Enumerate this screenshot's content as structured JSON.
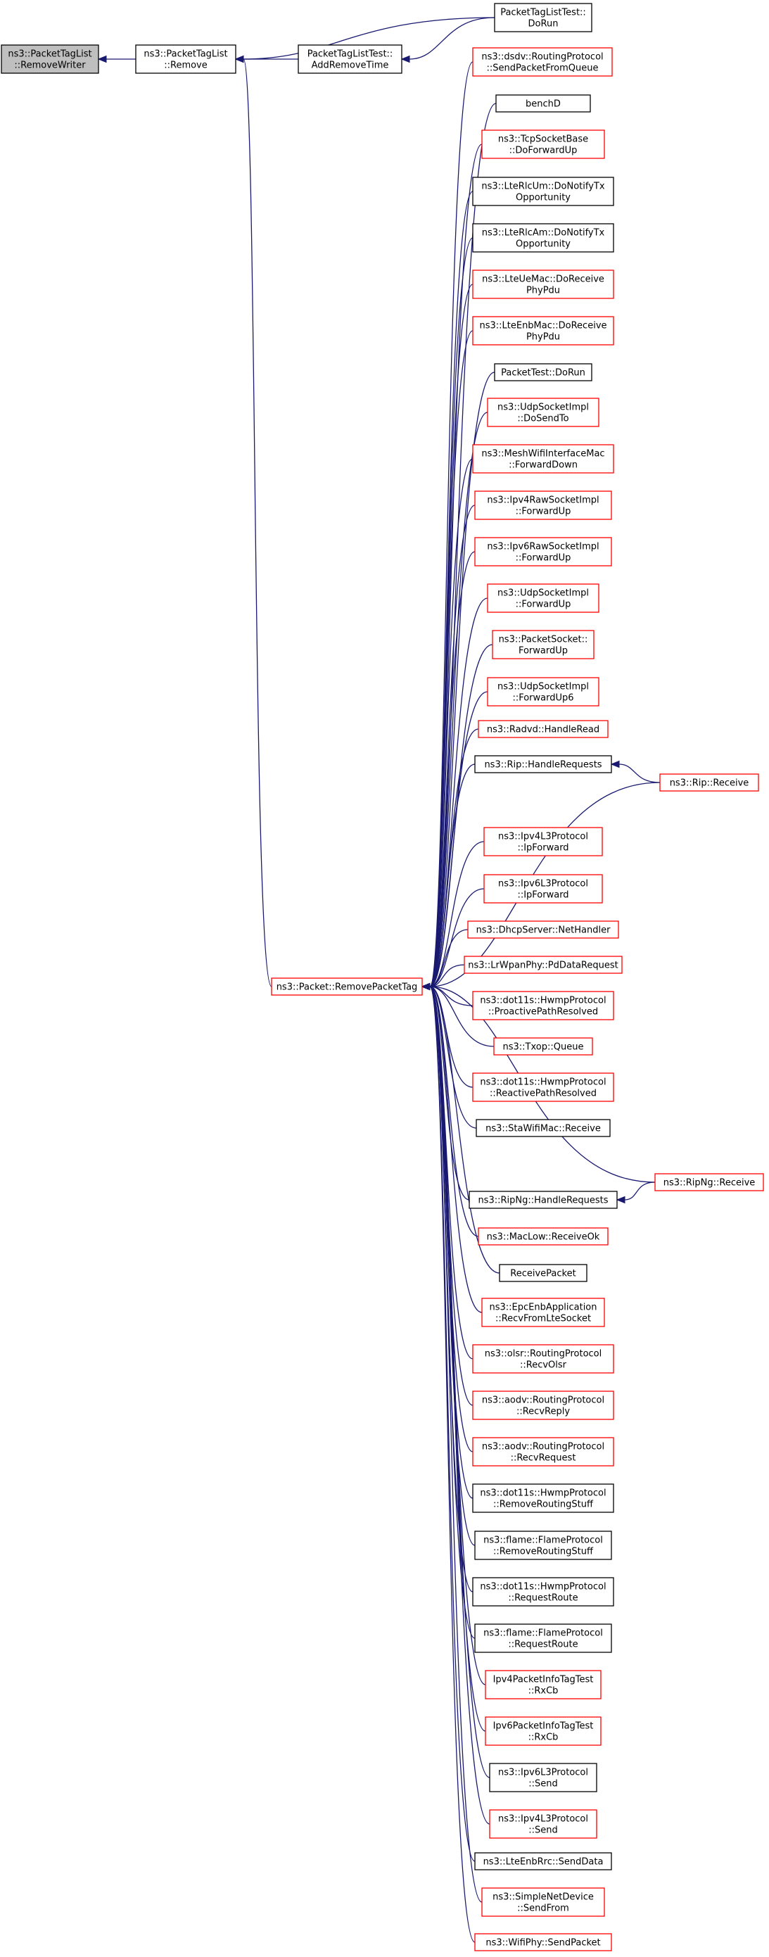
{
  "diagram": {
    "colors": {
      "edge": "#191970",
      "border_default": "#000000",
      "border_highlight": "#ff0000",
      "fill_default": "#ffffff",
      "fill_focus": "#bfbfbf"
    },
    "nodes": [
      {
        "id": "removewriter",
        "lines": [
          "ns3::PacketTagList",
          "::RemoveWriter"
        ],
        "style": "focus"
      },
      {
        "id": "remove",
        "lines": [
          "ns3::PacketTagList",
          "::Remove"
        ],
        "style": "black"
      },
      {
        "id": "addremovetime",
        "lines": [
          "PacketTagListTest::",
          "AddRemoveTime"
        ],
        "style": "black"
      },
      {
        "id": "ptl_dorun",
        "lines": [
          "PacketTagListTest::",
          "DoRun"
        ],
        "style": "black"
      },
      {
        "id": "removepackettag",
        "lines": [
          "ns3::Packet::RemovePacketTag"
        ],
        "style": "red"
      },
      {
        "id": "n1",
        "lines": [
          "ns3::dsdv::RoutingProtocol",
          "::SendPacketFromQueue"
        ],
        "style": "red"
      },
      {
        "id": "n2",
        "lines": [
          "benchD"
        ],
        "style": "black"
      },
      {
        "id": "n3",
        "lines": [
          "ns3::TcpSocketBase",
          "::DoForwardUp"
        ],
        "style": "red"
      },
      {
        "id": "n4",
        "lines": [
          "ns3::LteRlcUm::DoNotifyTx",
          "Opportunity"
        ],
        "style": "black"
      },
      {
        "id": "n5",
        "lines": [
          "ns3::LteRlcAm::DoNotifyTx",
          "Opportunity"
        ],
        "style": "black"
      },
      {
        "id": "n6",
        "lines": [
          "ns3::LteUeMac::DoReceive",
          "PhyPdu"
        ],
        "style": "red"
      },
      {
        "id": "n7",
        "lines": [
          "ns3::LteEnbMac::DoReceive",
          "PhyPdu"
        ],
        "style": "red"
      },
      {
        "id": "n8",
        "lines": [
          "PacketTest::DoRun"
        ],
        "style": "black"
      },
      {
        "id": "n9",
        "lines": [
          "ns3::UdpSocketImpl",
          "::DoSendTo"
        ],
        "style": "red"
      },
      {
        "id": "n10",
        "lines": [
          "ns3::MeshWifiInterfaceMac",
          "::ForwardDown"
        ],
        "style": "red"
      },
      {
        "id": "n11",
        "lines": [
          "ns3::Ipv4RawSocketImpl",
          "::ForwardUp"
        ],
        "style": "red"
      },
      {
        "id": "n12",
        "lines": [
          "ns3::Ipv6RawSocketImpl",
          "::ForwardUp"
        ],
        "style": "red"
      },
      {
        "id": "n13",
        "lines": [
          "ns3::UdpSocketImpl",
          "::ForwardUp"
        ],
        "style": "red"
      },
      {
        "id": "n14",
        "lines": [
          "ns3::PacketSocket::",
          "ForwardUp"
        ],
        "style": "red"
      },
      {
        "id": "n15",
        "lines": [
          "ns3::UdpSocketImpl",
          "::ForwardUp6"
        ],
        "style": "red"
      },
      {
        "id": "n16",
        "lines": [
          "ns3::Radvd::HandleRead"
        ],
        "style": "red"
      },
      {
        "id": "n17",
        "lines": [
          "ns3::Rip::HandleRequests"
        ],
        "style": "black"
      },
      {
        "id": "rip_receive",
        "lines": [
          "ns3::Rip::Receive"
        ],
        "style": "red"
      },
      {
        "id": "n18",
        "lines": [
          "ns3::Ipv4L3Protocol",
          "::IpForward"
        ],
        "style": "red"
      },
      {
        "id": "n19",
        "lines": [
          "ns3::Ipv6L3Protocol",
          "::IpForward"
        ],
        "style": "red"
      },
      {
        "id": "n20",
        "lines": [
          "ns3::DhcpServer::NetHandler"
        ],
        "style": "red"
      },
      {
        "id": "n21",
        "lines": [
          "ns3::LrWpanPhy::PdDataRequest"
        ],
        "style": "red"
      },
      {
        "id": "n22",
        "lines": [
          "ns3::dot11s::HwmpProtocol",
          "::ProactivePathResolved"
        ],
        "style": "red"
      },
      {
        "id": "n23",
        "lines": [
          "ns3::Txop::Queue"
        ],
        "style": "red"
      },
      {
        "id": "n24",
        "lines": [
          "ns3::dot11s::HwmpProtocol",
          "::ReactivePathResolved"
        ],
        "style": "red"
      },
      {
        "id": "n25",
        "lines": [
          "ns3::StaWifiMac::Receive"
        ],
        "style": "black"
      },
      {
        "id": "ripng_receive",
        "lines": [
          "ns3::RipNg::Receive"
        ],
        "style": "red"
      },
      {
        "id": "n26",
        "lines": [
          "ns3::RipNg::HandleRequests"
        ],
        "style": "black"
      },
      {
        "id": "n27",
        "lines": [
          "ns3::MacLow::ReceiveOk"
        ],
        "style": "red"
      },
      {
        "id": "n28",
        "lines": [
          "ReceivePacket"
        ],
        "style": "black"
      },
      {
        "id": "n29",
        "lines": [
          "ns3::EpcEnbApplication",
          "::RecvFromLteSocket"
        ],
        "style": "red"
      },
      {
        "id": "n30",
        "lines": [
          "ns3::olsr::RoutingProtocol",
          "::RecvOlsr"
        ],
        "style": "red"
      },
      {
        "id": "n31",
        "lines": [
          "ns3::aodv::RoutingProtocol",
          "::RecvReply"
        ],
        "style": "red"
      },
      {
        "id": "n32",
        "lines": [
          "ns3::aodv::RoutingProtocol",
          "::RecvRequest"
        ],
        "style": "red"
      },
      {
        "id": "n33",
        "lines": [
          "ns3::dot11s::HwmpProtocol",
          "::RemoveRoutingStuff"
        ],
        "style": "black"
      },
      {
        "id": "n34",
        "lines": [
          "ns3::flame::FlameProtocol",
          "::RemoveRoutingStuff"
        ],
        "style": "black"
      },
      {
        "id": "n35",
        "lines": [
          "ns3::dot11s::HwmpProtocol",
          "::RequestRoute"
        ],
        "style": "black"
      },
      {
        "id": "n36",
        "lines": [
          "ns3::flame::FlameProtocol",
          "::RequestRoute"
        ],
        "style": "black"
      },
      {
        "id": "n37",
        "lines": [
          "Ipv4PacketInfoTagTest",
          "::RxCb"
        ],
        "style": "red"
      },
      {
        "id": "n38",
        "lines": [
          "Ipv6PacketInfoTagTest",
          "::RxCb"
        ],
        "style": "red"
      },
      {
        "id": "n39",
        "lines": [
          "ns3::Ipv6L3Protocol",
          "::Send"
        ],
        "style": "black"
      },
      {
        "id": "n40",
        "lines": [
          "ns3::Ipv4L3Protocol",
          "::Send"
        ],
        "style": "red"
      },
      {
        "id": "n41",
        "lines": [
          "ns3::LteEnbRrc::SendData"
        ],
        "style": "black"
      },
      {
        "id": "n42",
        "lines": [
          "ns3::SimpleNetDevice",
          "::SendFrom"
        ],
        "style": "red"
      },
      {
        "id": "n43",
        "lines": [
          "ns3::WifiPhy::SendPacket"
        ],
        "style": "red"
      }
    ],
    "edges": [
      {
        "from": "remove",
        "to": "removewriter"
      },
      {
        "from": "addremovetime",
        "to": "remove"
      },
      {
        "from": "ptl_dorun",
        "to": "remove"
      },
      {
        "from": "ptl_dorun",
        "to": "addremovetime"
      },
      {
        "from": "removepackettag",
        "to": "remove"
      },
      {
        "from": "n1",
        "to": "removepackettag"
      },
      {
        "from": "n2",
        "to": "removepackettag"
      },
      {
        "from": "n3",
        "to": "removepackettag"
      },
      {
        "from": "n4",
        "to": "removepackettag"
      },
      {
        "from": "n5",
        "to": "removepackettag"
      },
      {
        "from": "n6",
        "to": "removepackettag"
      },
      {
        "from": "n7",
        "to": "removepackettag"
      },
      {
        "from": "n8",
        "to": "removepackettag"
      },
      {
        "from": "n9",
        "to": "removepackettag"
      },
      {
        "from": "n10",
        "to": "removepackettag"
      },
      {
        "from": "n11",
        "to": "removepackettag"
      },
      {
        "from": "n12",
        "to": "removepackettag"
      },
      {
        "from": "n13",
        "to": "removepackettag"
      },
      {
        "from": "n14",
        "to": "removepackettag"
      },
      {
        "from": "n15",
        "to": "removepackettag"
      },
      {
        "from": "n16",
        "to": "removepackettag"
      },
      {
        "from": "n17",
        "to": "removepackettag"
      },
      {
        "from": "rip_receive",
        "to": "n17"
      },
      {
        "from": "rip_receive",
        "to": "removepackettag"
      },
      {
        "from": "n18",
        "to": "removepackettag"
      },
      {
        "from": "n19",
        "to": "removepackettag"
      },
      {
        "from": "n20",
        "to": "removepackettag"
      },
      {
        "from": "n21",
        "to": "removepackettag"
      },
      {
        "from": "n22",
        "to": "removepackettag"
      },
      {
        "from": "n23",
        "to": "removepackettag"
      },
      {
        "from": "n24",
        "to": "removepackettag"
      },
      {
        "from": "n25",
        "to": "removepackettag"
      },
      {
        "from": "ripng_receive",
        "to": "removepackettag"
      },
      {
        "from": "ripng_receive",
        "to": "n26"
      },
      {
        "from": "n26",
        "to": "removepackettag"
      },
      {
        "from": "n27",
        "to": "removepackettag"
      },
      {
        "from": "n28",
        "to": "removepackettag"
      },
      {
        "from": "n29",
        "to": "removepackettag"
      },
      {
        "from": "n30",
        "to": "removepackettag"
      },
      {
        "from": "n31",
        "to": "removepackettag"
      },
      {
        "from": "n32",
        "to": "removepackettag"
      },
      {
        "from": "n33",
        "to": "removepackettag"
      },
      {
        "from": "n34",
        "to": "removepackettag"
      },
      {
        "from": "n35",
        "to": "removepackettag"
      },
      {
        "from": "n36",
        "to": "removepackettag"
      },
      {
        "from": "n37",
        "to": "removepackettag"
      },
      {
        "from": "n38",
        "to": "removepackettag"
      },
      {
        "from": "n39",
        "to": "removepackettag"
      },
      {
        "from": "n40",
        "to": "removepackettag"
      },
      {
        "from": "n41",
        "to": "removepackettag"
      },
      {
        "from": "n42",
        "to": "removepackettag"
      },
      {
        "from": "n43",
        "to": "removepackettag"
      }
    ]
  }
}
